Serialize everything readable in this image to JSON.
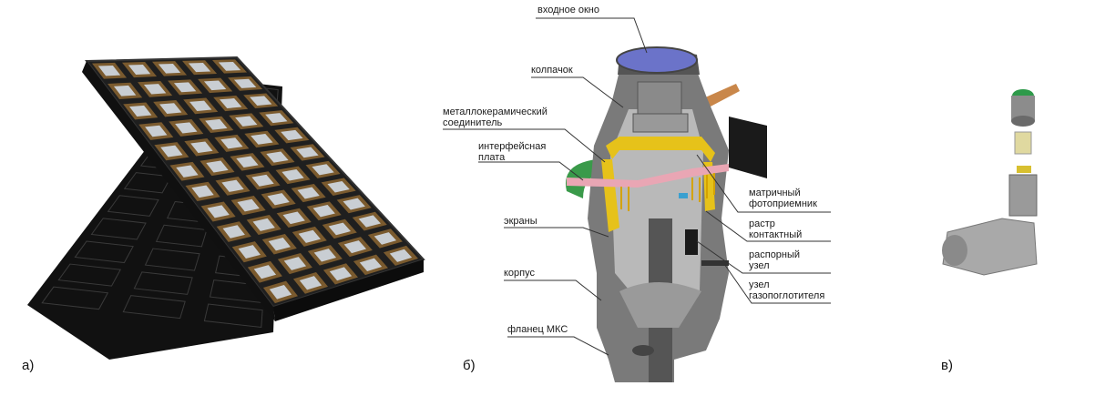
{
  "panels": {
    "a": {
      "letter": "а)"
    },
    "b": {
      "letter": "б)",
      "labels": {
        "input_window": "входное окно",
        "cap": "колпачок",
        "connector_1": "металлокерамический",
        "connector_2": "соединитель",
        "board_1": "интерфейсная",
        "board_2": "плата",
        "screens": "экраны",
        "body": "корпус",
        "flange": "фланец МКС",
        "matrix_1": "матричный",
        "matrix_2": "фотоприемник",
        "raster_1": "растр",
        "raster_2": "контактный",
        "spacer_1": "распорный",
        "spacer_2": "узел",
        "getter_1": "узел",
        "getter_2": "газопоглотителя"
      }
    },
    "c": {
      "letter": "в)"
    }
  },
  "colors": {
    "tray": "#1c1c1c",
    "chip_frame": "#7a5a2e",
    "chip_glass": "#c9ced3",
    "window": "#6b73c9",
    "housing": "#6e6e6e",
    "yellow_shield": "#e6c21a",
    "green_part": "#3a9a4a",
    "pink_board": "#e9a6b4"
  }
}
